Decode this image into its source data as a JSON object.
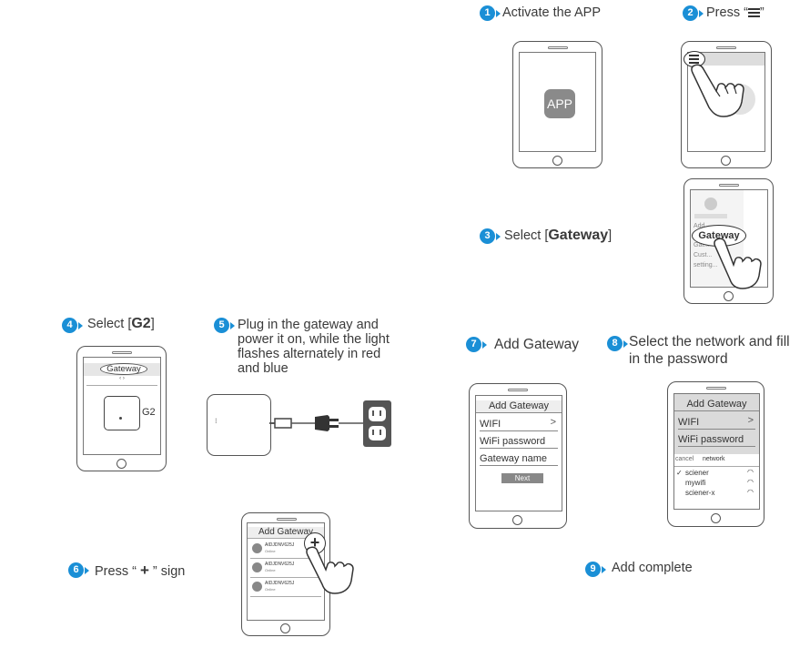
{
  "steps": {
    "s1": {
      "num": "1",
      "text": "Activate the APP"
    },
    "s2": {
      "num": "2",
      "text": "Press “",
      "text_after": "”"
    },
    "s3": {
      "num": "3",
      "text": "Select [",
      "bold": "Gateway",
      "text_after": "]"
    },
    "s4": {
      "num": "4",
      "text": "Select [",
      "bold": "G2",
      "text_after": "]"
    },
    "s5": {
      "num": "5",
      "line1": "Plug in the gateway and",
      "line2": "power it on, while the light",
      "line3": "flashes alternately in red",
      "line4": "and blue"
    },
    "s6": {
      "num": "6",
      "text": "Press “ ",
      "plus": "+",
      "text_after": " ” sign"
    },
    "s7": {
      "num": "7",
      "text": "Add Gateway"
    },
    "s8": {
      "num": "8",
      "line1": "Select the network and fill",
      "line2": "in the password"
    },
    "s9": {
      "num": "9",
      "text": "Add complete"
    }
  },
  "screens": {
    "app_icon_label": "APP",
    "gateway_label": "Gateway",
    "gateway_menu": [
      "Add ...",
      "Gat...",
      "Cust...",
      "setting..."
    ],
    "select_g2": {
      "title": "Gateway",
      "device_label": "G2",
      "sub": "‹ ›"
    },
    "add_gateway_title": "Add Gateway",
    "add_gateway_list": [
      {
        "name": "AIDJDNV625J",
        "status": "Online"
      },
      {
        "name": "AIDJDNV625J",
        "status": "Online"
      },
      {
        "name": "AIDJDNV625J",
        "status": "Online"
      }
    ],
    "plus_symbol": "+",
    "form_rows": [
      "WIFI",
      "WiFi password",
      "Gateway name"
    ],
    "wifi_arrow": ">",
    "next_button": "Next",
    "network_picker": {
      "cancel": "cancel",
      "title": "network",
      "options": [
        "sciener",
        "mywifi",
        "sciener-x"
      ],
      "selected": "sciener"
    }
  },
  "colors": {
    "accent": "#1a8fd6",
    "outlet": "#555555"
  }
}
